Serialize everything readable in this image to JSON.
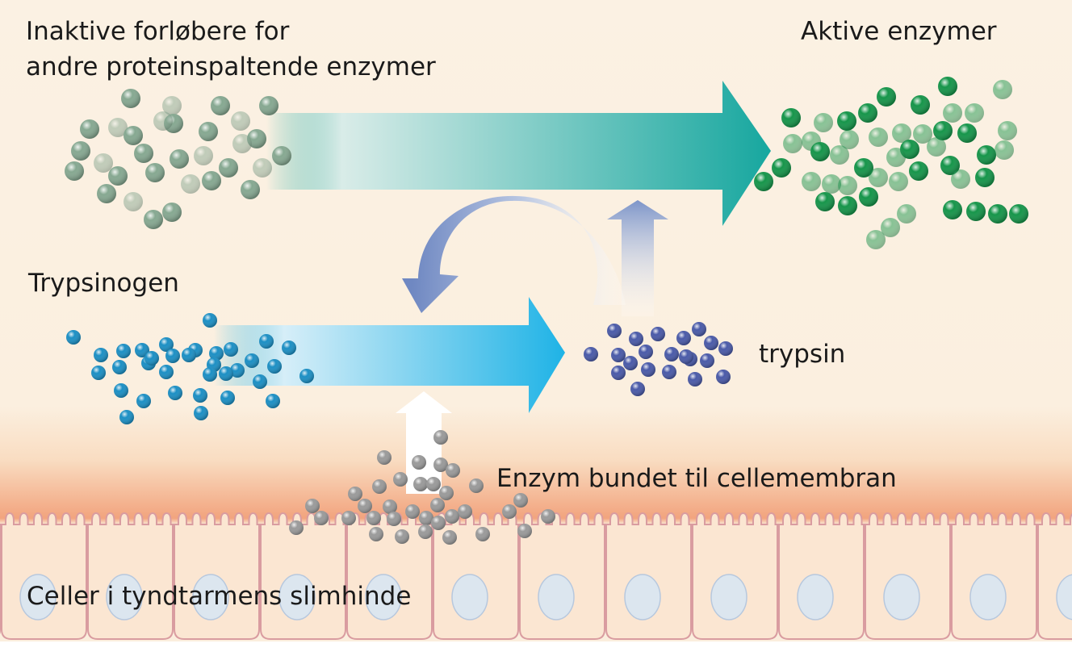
{
  "labels": {
    "inactive_line1": "Inaktive forløbere for",
    "inactive_line2": "andre proteinspaltende enzymer",
    "active": "Aktive enzymer",
    "trypsinogen": "Trypsinogen",
    "trypsin": "trypsin",
    "membrane_enzyme": "Enzym bundet til cellemembran",
    "cells": "Celler i tyndtarmens slimhinde"
  },
  "colors": {
    "background": "#fbf1e3",
    "membrane_glow": "#f4a27c",
    "inactive_enzyme": "#86a891",
    "active_enzyme": "#16954a",
    "trypsinogen": "#1c8fc4",
    "trypsin": "#4a5aa8",
    "membrane_enzyme": "#9a9a9a",
    "top_arrow": "#1aaba3",
    "middle_arrow": "#21b5e8",
    "feedback_arrow": "#7d95c9"
  }
}
